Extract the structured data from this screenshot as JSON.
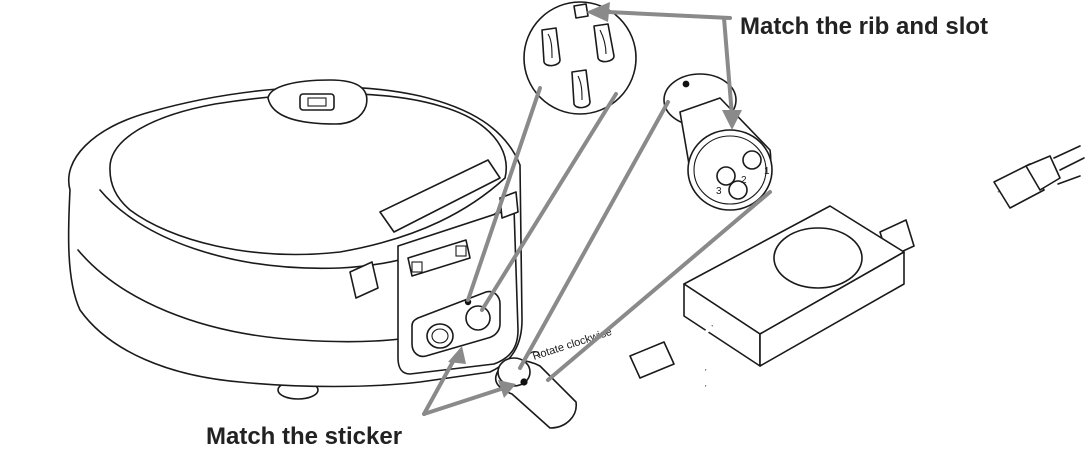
{
  "labels": {
    "rib_slot": "Match the rib and slot",
    "sticker": "Match the sticker",
    "rotate": "Rotate clockwise"
  },
  "pin_numbers": [
    "3",
    "2",
    "1"
  ],
  "colors": {
    "callout": "#8a8a8a",
    "ink": "#1a1a1a",
    "text": "#222222"
  }
}
